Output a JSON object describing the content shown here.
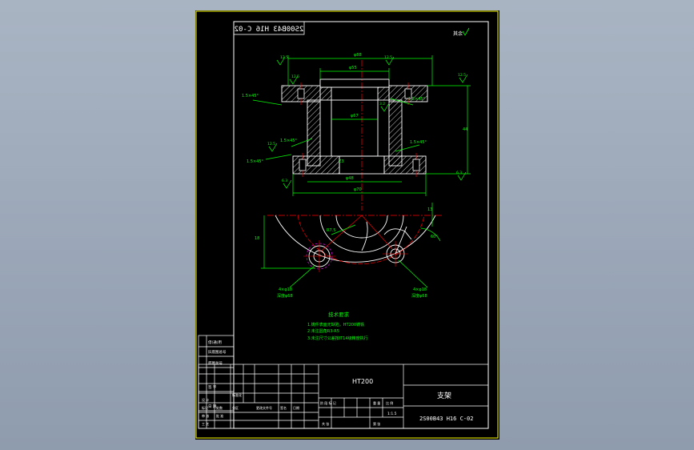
{
  "colors": {
    "background": "#8f9cae",
    "sheet": "#000000",
    "frame": "#ffff00",
    "outline": "#ffffff",
    "dimension": "#00ff00",
    "hatch": "#ffffff",
    "center_line": "#ff0000",
    "hidden": "#ff00ff"
  },
  "drawing_no_mirrored": "2S00B43 H16 C-02",
  "corner_note": "其余",
  "roughness_marks": [
    "12.5",
    "12.5",
    "12.5",
    "12.5",
    "12.5",
    "6.3",
    "6.3",
    "3.2"
  ],
  "dimensions": {
    "top_width": "φ88",
    "inner_width": "φ55",
    "bore": "φ67",
    "height": "44",
    "bottom_width": "φ70",
    "bottom_outer": "φ48",
    "chamfer_1": "1.5×45°",
    "chamfer_2": "1.5×45°",
    "chamfer_3": "1.5×45°",
    "chamfer_4": "1.5×45°",
    "chamfer_5": "1.5×45°",
    "left_height": "18",
    "right_gap": "13",
    "angle": "60°",
    "radius": "R7.5",
    "hole_left": "4×φ18",
    "hole_left_note": "深度φ68",
    "hole_right": "4×φ18",
    "hole_right_note": "深度φ68",
    "inner_note": "Z3"
  },
  "tech_requirements": {
    "title": "技术要求",
    "items": [
      "1.铸件表面无缺陷，HT200铸铁",
      "2.未注圆角R3-R5",
      "3.未注尺寸公差按IT14级精度执行"
    ]
  },
  "left_strip": {
    "cells": [
      "借(通)用",
      "旧底图总号",
      "底图总号",
      "签 字",
      "日 期"
    ]
  },
  "title_block": {
    "material": "HT200",
    "part_name": "支架",
    "drawing_no": "2S00B43 H16 C-02",
    "scale": "1:1.5",
    "left_labels": [
      "设 计",
      "标准化",
      "审 核",
      "工 艺",
      "批 准"
    ],
    "row_labels": [
      "标记",
      "处数",
      "分区",
      "更改文件号",
      "签名",
      "日期"
    ],
    "middle_labels": [
      "阶 段 标 记",
      "重 量",
      "比 例"
    ],
    "bottom_labels": [
      "共 张",
      "第 张"
    ]
  }
}
